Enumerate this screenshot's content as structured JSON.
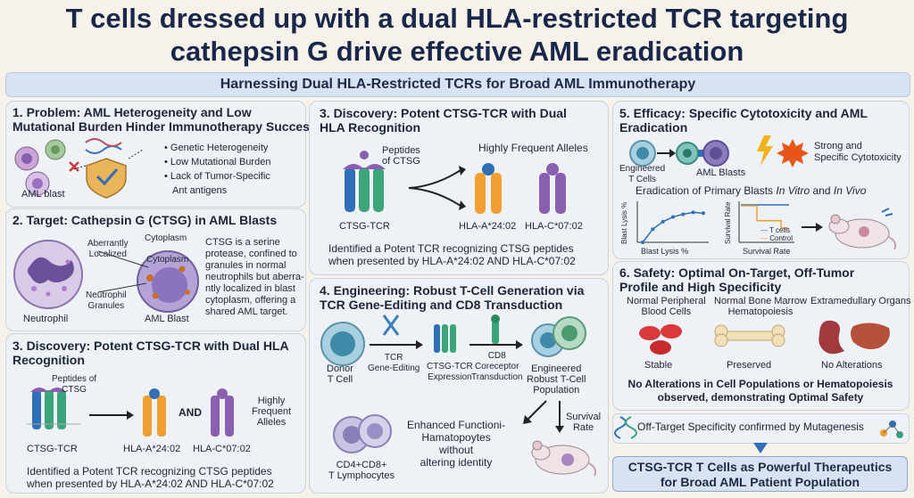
{
  "title": {
    "line1": "T cells dressed up with a dual HLA-restricted TCR targeting",
    "line2": "cathepsin G drive effective AML eradication"
  },
  "banner": "Harnessing Dual HLA-Restricted TCRs for Broad AML Immunotherapy",
  "p1": {
    "title1": "1. Problem: AML Heterogeneity and Low",
    "title2": "Mutational Burden Hinder Immunotherapy Success",
    "aml_blast": "AML blast",
    "bullets": [
      "Genetic Heterogeneity",
      "Low Mutational Burden",
      "Lack of Tumor-Specific",
      "Ant antigens"
    ]
  },
  "p2": {
    "title": "2. Target: Cathepsin G (CTSG) in AML Blasts",
    "cytoplasm_top": "Cytoplasm",
    "cytoplasm_inner": "Cytoplasm",
    "aberrantly1": "Aberrantly",
    "aberrantly2": "Localized",
    "granules1": "Neutrophil",
    "granules2": "Granules",
    "neutrophil": "Neutrophil",
    "aml_blast": "AML Blast",
    "desc": [
      "CTSG is a serine",
      "protease, confined to",
      "granules in normal",
      "neutrophils but aberra-",
      "ntly localized in blast",
      "cytoplasm, offering a",
      "shared AML target."
    ]
  },
  "p3a": {
    "title1": "3. Discovery: Potent CTSG-TCR with Dual HLA",
    "title2": "Recognition",
    "peptides1": "Peptides of",
    "peptides2": "CTSG",
    "and": "AND",
    "highly1": "Highly",
    "highly2": "Frequent",
    "highly3": "Alleles",
    "tcr": "CTSG-TCR",
    "hla_a": "HLA-A*24:02",
    "hla_c": "HLA-C*07:02",
    "found1": "Identified a Potent TCR recognizing CTSG peptides",
    "found2": "when presented by HLA-A*24:02 AND HLA-C*07:02"
  },
  "p3b": {
    "title1": "3. Discovery: Potent CTSG-TCR with Dual",
    "title2": "HLA Recognition",
    "peptides1": "Peptides",
    "peptides2": "of CTSG",
    "highly": "Highly Frequent Alleles",
    "tcr": "CTSG-TCR",
    "hla_a": "HLA-A*24:02",
    "hla_c": "HLA-C*07:02",
    "found1": "Identified a Potent TCR recognizing CTSG peptides",
    "found2": "when presented by HLA-A*24:02 AND HLA-C*07:02"
  },
  "p4": {
    "title1": "4. Engineering: Robust T-Cell Generation via",
    "title2": "TCR Gene-Editing and CD8 Transduction",
    "donor1": "Donor",
    "donor2": "T Cell",
    "tcr_edit1": "TCR",
    "tcr_edit2": "Gene-Editing",
    "expr1": "CTSG-TCR",
    "expr2": "Expression",
    "cd8_1": "CD8",
    "cd8_2": "Coreceptor",
    "cd8_3": "Transduction",
    "eng1": "Engineered",
    "eng2": "Robust T-Cell",
    "eng3": "Population",
    "survival1": "Survival",
    "survival2": "Rate",
    "enh1": "Enhanced Functioni-",
    "enh2": "Hamatopoytes",
    "enh3": "without",
    "enh4": "altering identity",
    "cd4_1": "CD4+CD8+",
    "cd4_2": "T Lymphocytes"
  },
  "p5": {
    "title1": "5. Efficacy: Specific Cytotoxicity and AML",
    "title2": "Eradication",
    "eng1": "Engineered",
    "eng2": "T Cells",
    "aml": "AML Blasts",
    "strong1": "Strong and",
    "strong2": "Specific Cytotoxicity",
    "erad_prefix": "Eradication of Primary Blasts ",
    "erad_italic": "In Vitro",
    "erad_and": " and ",
    "erad_italic2": "In Vivo",
    "lysis_y": "Blast Lysis %",
    "lysis_x": "Blast Lysis %",
    "surv_y": "Survival Rate",
    "surv_x": "Survival Rate",
    "legend_t": "T cells",
    "legend_c": "Control"
  },
  "p6": {
    "title1": "6. Safety: Optimal On-Target, Off-Tumor",
    "title2": "Profile and High Specificity",
    "col1a": "Normal Peripheral",
    "col1b": "Blood Cells",
    "col2a": "Normal Bone Marrow",
    "col2b": "Hematopoiesis",
    "col3": "Extramedullary Organs",
    "stable": "Stable",
    "preserved": "Preserved",
    "noalt": "No Alterations",
    "summary1": "No Alterations in Cell Populations or Hematopoiesis",
    "summary2": "observed, demonstrating Optimal Safety"
  },
  "offtarget": "Off-Target Specificity confirmed by Mutagenesis",
  "conclusion1": "CTSG-TCR T Cells as Powerful Therapeutics",
  "conclusion2": "for Broad AML Patient Population",
  "chart_data": [
    {
      "type": "line",
      "title": "",
      "xlabel": "Blast Lysis %",
      "ylabel": "Blast Lysis %",
      "series": [
        {
          "values": [
            0,
            35,
            55,
            68,
            75,
            80,
            78
          ]
        }
      ]
    },
    {
      "type": "line",
      "title": "",
      "xlabel": "Survival Rate",
      "ylabel": "Survival Rate",
      "series": [
        {
          "name": "T cells",
          "values": [
            100,
            100,
            100,
            100,
            100,
            100,
            100
          ]
        },
        {
          "name": "Control",
          "values": [
            100,
            100,
            60,
            60,
            60,
            40,
            40
          ]
        }
      ]
    }
  ],
  "colors": {
    "title": "#19284a",
    "banner": "#d7e3f2",
    "panel": "#eef2f7",
    "tcr_green": "#3aa57a",
    "tcr_blue": "#2f6fb5",
    "hla_orange": "#f0a030",
    "hla_purple": "#8a5fb0",
    "aml_purple": "#8b7bbf"
  }
}
